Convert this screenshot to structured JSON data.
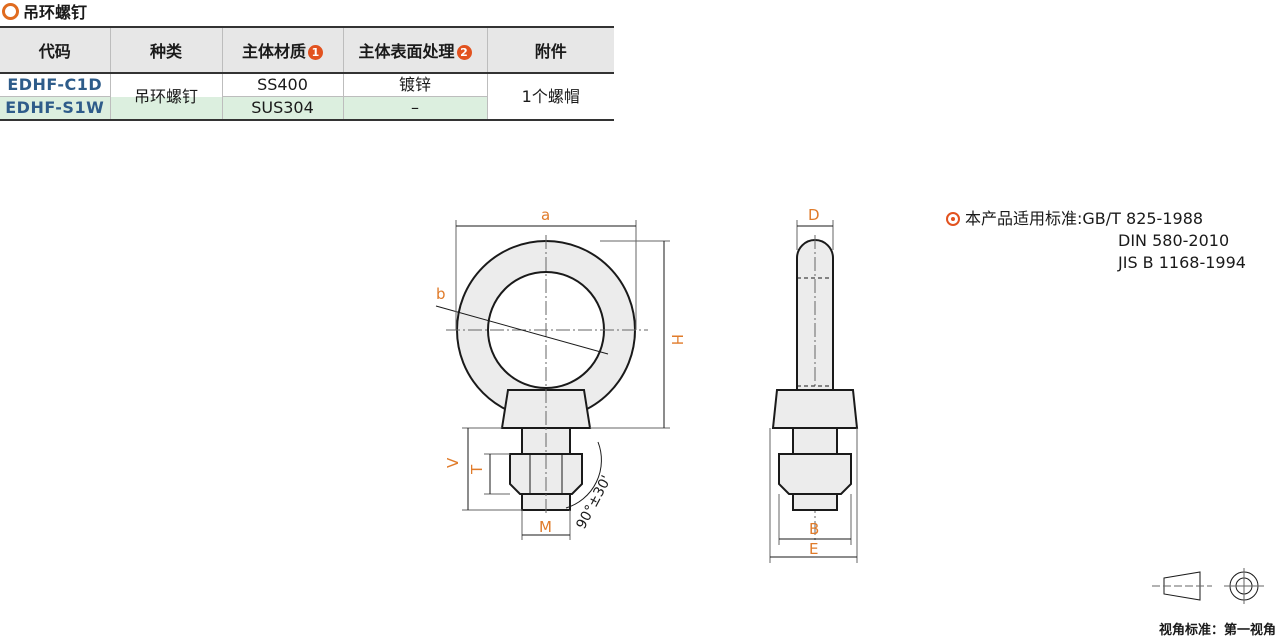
{
  "title": "吊环螺钉",
  "table": {
    "headers": [
      "代码",
      "种类",
      "主体材质",
      "主体表面处理",
      "附件"
    ],
    "header_badges": {
      "material": "1",
      "surface": "2"
    },
    "rows": [
      {
        "code": "EDHF-C1D",
        "material": "SS400",
        "surface": "镀锌"
      },
      {
        "code": "EDHF-S1W",
        "material": "SUS304",
        "surface": "–"
      }
    ],
    "kind": "吊环螺钉",
    "accessory": "1个螺帽"
  },
  "standards": {
    "label": "本产品适用标准:GB/T 825-1988",
    "lines": [
      "DIN 580-2010",
      "JIS B 1168-1994"
    ]
  },
  "dimensions": {
    "a": "a",
    "b": "b",
    "H": "H",
    "V": "V",
    "T": "T",
    "M": "M",
    "angle": "90°±30'",
    "D": "D",
    "B": "B",
    "E": "E"
  },
  "view_label": "视角标准：第一视角",
  "colors": {
    "accent": "#e2521f",
    "dimension": "#e07b2a",
    "code": "#2e5c8a",
    "highlight": "#dcefdf"
  }
}
